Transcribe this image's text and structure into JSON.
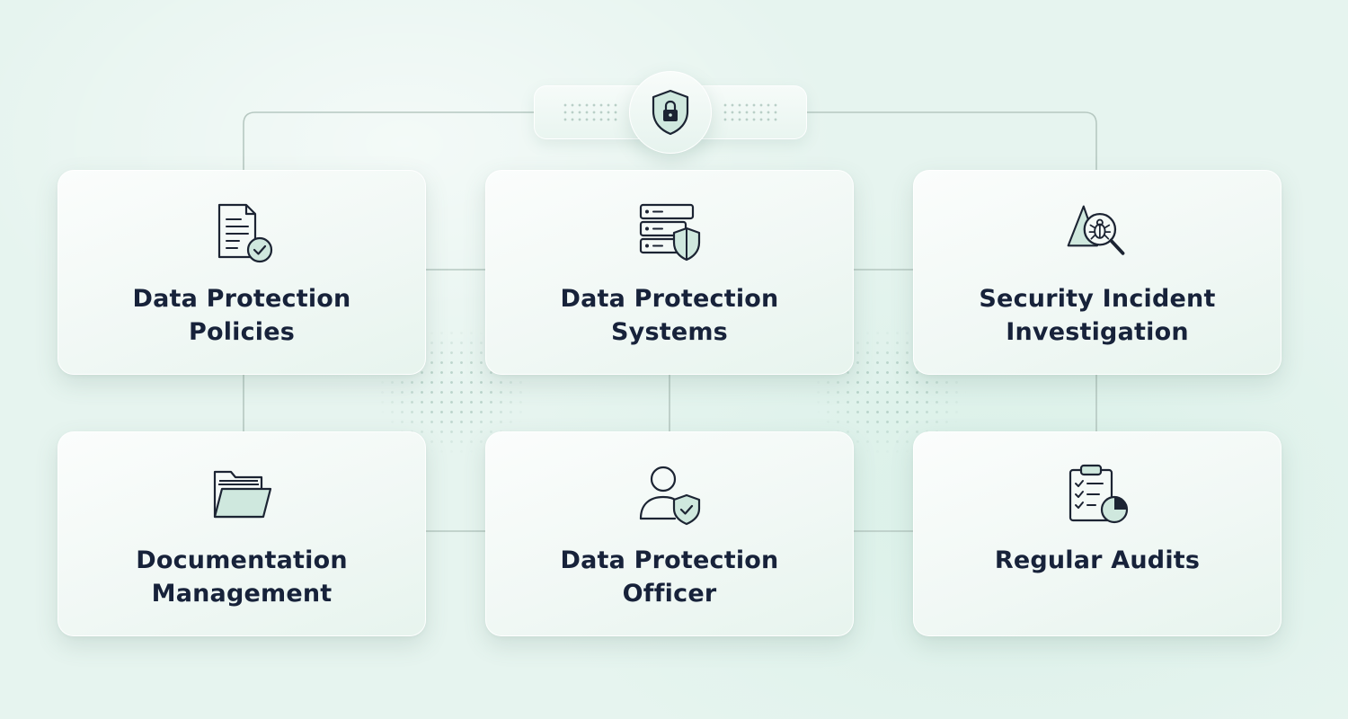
{
  "colors": {
    "background": "#e6f4ef",
    "card": "#f4faf7",
    "connector": "#b6c8c1",
    "icon_stroke": "#1c2433",
    "icon_fill": "#cfe8de",
    "label_text": "#17223a"
  },
  "hub": {
    "icon": "shield-lock-icon"
  },
  "cards": [
    {
      "label_line1": "Data Protection",
      "label_line2": "Policies",
      "icon": "document-check-icon"
    },
    {
      "label_line1": "Data Protection",
      "label_line2": "Systems",
      "icon": "server-shield-icon"
    },
    {
      "label_line1": "Security Incident",
      "label_line2": "Investigation",
      "icon": "bug-search-icon"
    },
    {
      "label_line1": "Documentation",
      "label_line2": "Management",
      "icon": "folder-icon"
    },
    {
      "label_line1": "Data Protection",
      "label_line2": "Officer",
      "icon": "user-shield-icon"
    },
    {
      "label_line1": "Regular Audits",
      "label_line2": "",
      "icon": "clipboard-chart-icon"
    }
  ]
}
